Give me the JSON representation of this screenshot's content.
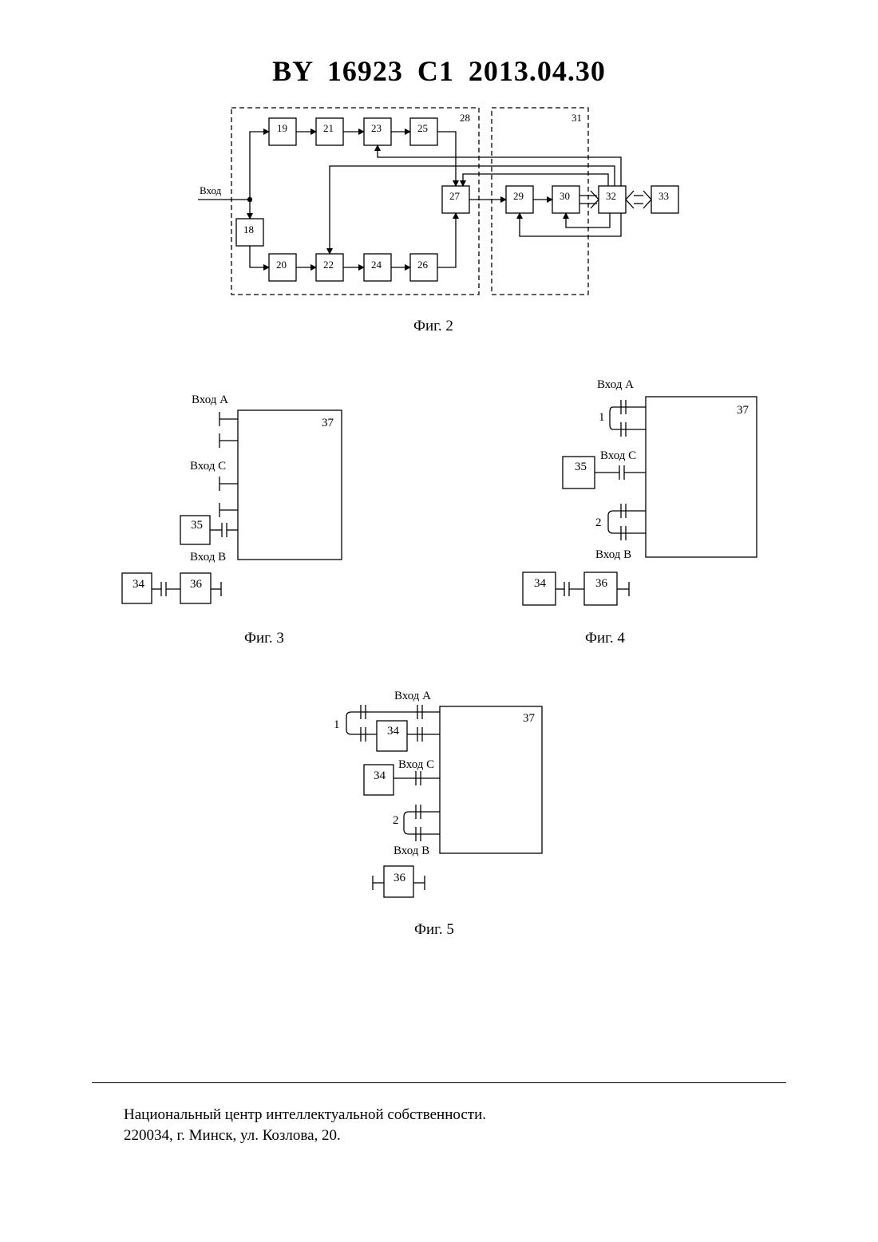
{
  "header": {
    "title": "BY  16923  C1  2013.04.30"
  },
  "fig2": {
    "caption": "Фиг. 2",
    "input_label": "Вход",
    "blocks": [
      "18",
      "19",
      "20",
      "21",
      "22",
      "23",
      "24",
      "25",
      "26",
      "27",
      "29",
      "30",
      "32",
      "33"
    ],
    "group_labels": [
      "28",
      "31"
    ]
  },
  "fig3": {
    "caption": "Фиг. 3",
    "labels": {
      "in_a": "Вход А",
      "in_c": "Вход С",
      "in_b": "Вход В"
    },
    "blocks": {
      "main": "37",
      "b35": "35",
      "b34": "34",
      "b36": "36"
    }
  },
  "fig4": {
    "caption": "Фиг. 4",
    "labels": {
      "in_a": "Вход А",
      "in_c": "Вход С",
      "in_b": "Вход В",
      "n1": "1",
      "n2": "2"
    },
    "blocks": {
      "main": "37",
      "b35": "35",
      "b34": "34",
      "b36": "36"
    }
  },
  "fig5": {
    "caption": "Фиг. 5",
    "labels": {
      "in_a": "Вход А",
      "in_c": "Вход С",
      "in_b": "Вход В",
      "n1": "1",
      "n2": "2"
    },
    "blocks": {
      "main": "37",
      "b34a": "34",
      "b34b": "34",
      "b36": "36"
    }
  },
  "footer": {
    "line1": "Национальный центр интеллектуальной собственности.",
    "line2": "220034, г. Минск, ул. Козлова, 20."
  }
}
